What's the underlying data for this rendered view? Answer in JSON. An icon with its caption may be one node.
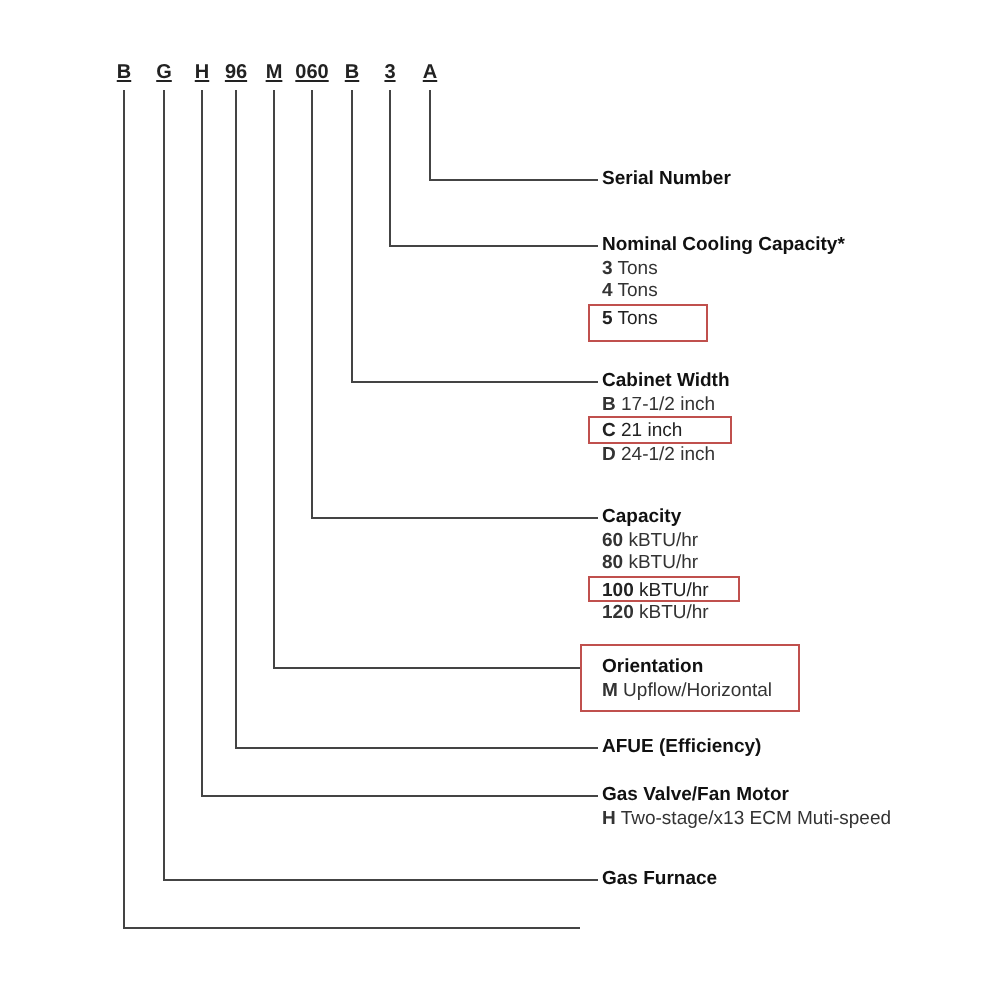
{
  "diagram": {
    "nodes": [
      {
        "text": [
          "B"
        ]
      },
      {
        "text": [
          "G"
        ]
      },
      {
        "text": [
          "H"
        ]
      },
      {
        "text": [
          "96"
        ]
      },
      {
        "text": [
          "M"
        ]
      },
      {
        "text": [
          "060"
        ]
      },
      {
        "text": [
          "B"
        ]
      },
      {
        "text": [
          "3"
        ]
      },
      {
        "text": [
          "A"
        ]
      },
      {
        "text": [
          "Serial Number"
        ]
      },
      {
        "text": [
          "Nominal Cooling Capacity*",
          "**3** Tons",
          "**4** Tons"
        ]
      },
      {
        "text": [
          "**5** Tons"
        ],
        "in": 10
      },
      {
        "text": [
          "Cabinet Width",
          "**B** 17-1/2 inch",
          "**D** 24-1/2 inch"
        ]
      },
      {
        "text": [
          "**C** 21 inch"
        ],
        "in": 12
      },
      {
        "text": [
          "Capacity",
          "**60** kBTU/hr",
          "**80** kBTU/hr",
          "**120** kBTU/hr"
        ]
      },
      {
        "text": [
          "**100** kBTU/hr"
        ],
        "in": 14
      },
      {
        "text": [],
        "shape": "box"
      },
      {
        "text": [
          "Orientation",
          "**M** Upflow/Horizontal"
        ],
        "in": 16
      },
      {
        "text": [
          "AFUE (Efficiency)"
        ]
      },
      {
        "text": [
          "Gas Valve/Fan Motor",
          "**H** Two-stage/x13 ECM Muti-speed"
        ]
      },
      {
        "text": [
          "Gas Furnace"
        ]
      }
    ],
    "edges": [
      {
        "from": 8,
        "to": 9,
        "arrow": "none"
      },
      {
        "from": 7,
        "to": 10,
        "arrow": "none"
      },
      {
        "from": 6,
        "to": 12,
        "arrow": "none"
      },
      {
        "from": 5,
        "to": 14,
        "arrow": "none"
      },
      {
        "from": 4,
        "to": 17,
        "arrow": "none"
      },
      {
        "from": 3,
        "to": 18,
        "arrow": "none"
      },
      {
        "from": 2,
        "to": 19,
        "arrow": "none"
      },
      {
        "from": 1,
        "to": 20,
        "arrow": "none"
      },
      {
        "from": 0,
        "to": null,
        "arrow": "none"
      }
    ]
  }
}
